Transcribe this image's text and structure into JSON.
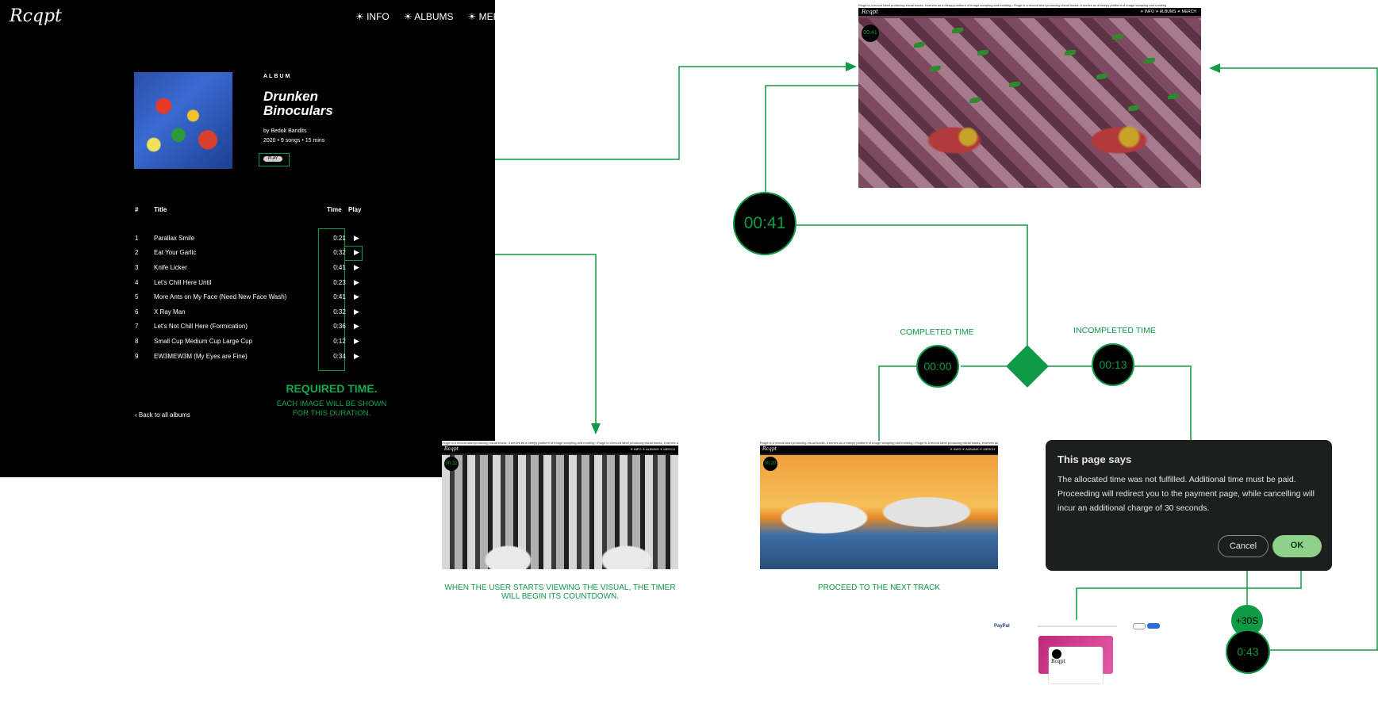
{
  "album_page": {
    "logo": "Rcqpt",
    "nav": [
      "☀ INFO",
      "☀ ALBUMS",
      "☀ MERCH"
    ],
    "kicker": "ALBUM",
    "title_line1": "Drunken",
    "title_line2": "Binoculars",
    "by": "by Bedok Bandits",
    "meta": "2020 • 9 songs • 15 mins",
    "play_button": "PLAY",
    "table_headers": {
      "num": "#",
      "title": "Title",
      "time": "Time",
      "play": "Play"
    },
    "tracks": [
      {
        "n": "1",
        "title": "Parallax Smile",
        "time": "0:21"
      },
      {
        "n": "2",
        "title": "Eat Your Garlic",
        "time": "0:32"
      },
      {
        "n": "3",
        "title": "Knife Licker",
        "time": "0:41"
      },
      {
        "n": "4",
        "title": "Let's Chill Here Until",
        "time": "0:23"
      },
      {
        "n": "5",
        "title": "More Ants on My Face (Need New Face Wash)",
        "time": "0:41"
      },
      {
        "n": "6",
        "title": "X Ray Man",
        "time": "0:32"
      },
      {
        "n": "7",
        "title": "Let's Not Chill Here (Formication)",
        "time": "0:36"
      },
      {
        "n": "8",
        "title": "Small Cup Medium Cup Large Cup",
        "time": "0:12"
      },
      {
        "n": "9",
        "title": "EW3MEW3M (My Eyes are Fine)",
        "time": "0:34"
      }
    ],
    "play_glyph": "▶",
    "required_title": "REQUIRED TIME.",
    "required_sub": "EACH IMAGE WILL BE SHOWN FOR THIS DURATION.",
    "back_link": "Back to all albums"
  },
  "diagram": {
    "timer_main": "00:41",
    "completed_label": "COMPLETED TIME",
    "completed_value": "00:00",
    "incompleted_label": "INCOMPLETED TIME",
    "incompleted_value": "00:13",
    "caption_left": "WHEN THE USER STARTS VIEWING THE VISUAL, THE TIMER WILL BEGIN ITS COUNTDOWN.",
    "caption_mid": "PROCEED TO THE NEXT TRACK",
    "penalty": "+30S",
    "timer_after": "0:43",
    "line_color": "#0f9a46"
  },
  "screens": {
    "top_timer": "00:41",
    "left_timer": "00:32",
    "mid_timer": "00:20",
    "nav_small": "☀ INFO  ☀ ALBUMS  ☀ MERCH",
    "ticker": "Rcqpt is a record label producing visual tracks, it serves as a bleepy platform of image sampling and molding • Rcqpt is a record label producing visual tracks, it serves as a bleepy platform of image sampling and molding"
  },
  "dialog": {
    "title": "This page says",
    "body": "The allocated time was not fulfilled. Additional time must be paid. Proceeding will redirect you to the payment page, while cancelling will incur an additional charge of 30 seconds.",
    "cancel": "Cancel",
    "ok": "OK"
  },
  "payment": {
    "brand": "PayPal",
    "merchant": "Rcqpt"
  }
}
